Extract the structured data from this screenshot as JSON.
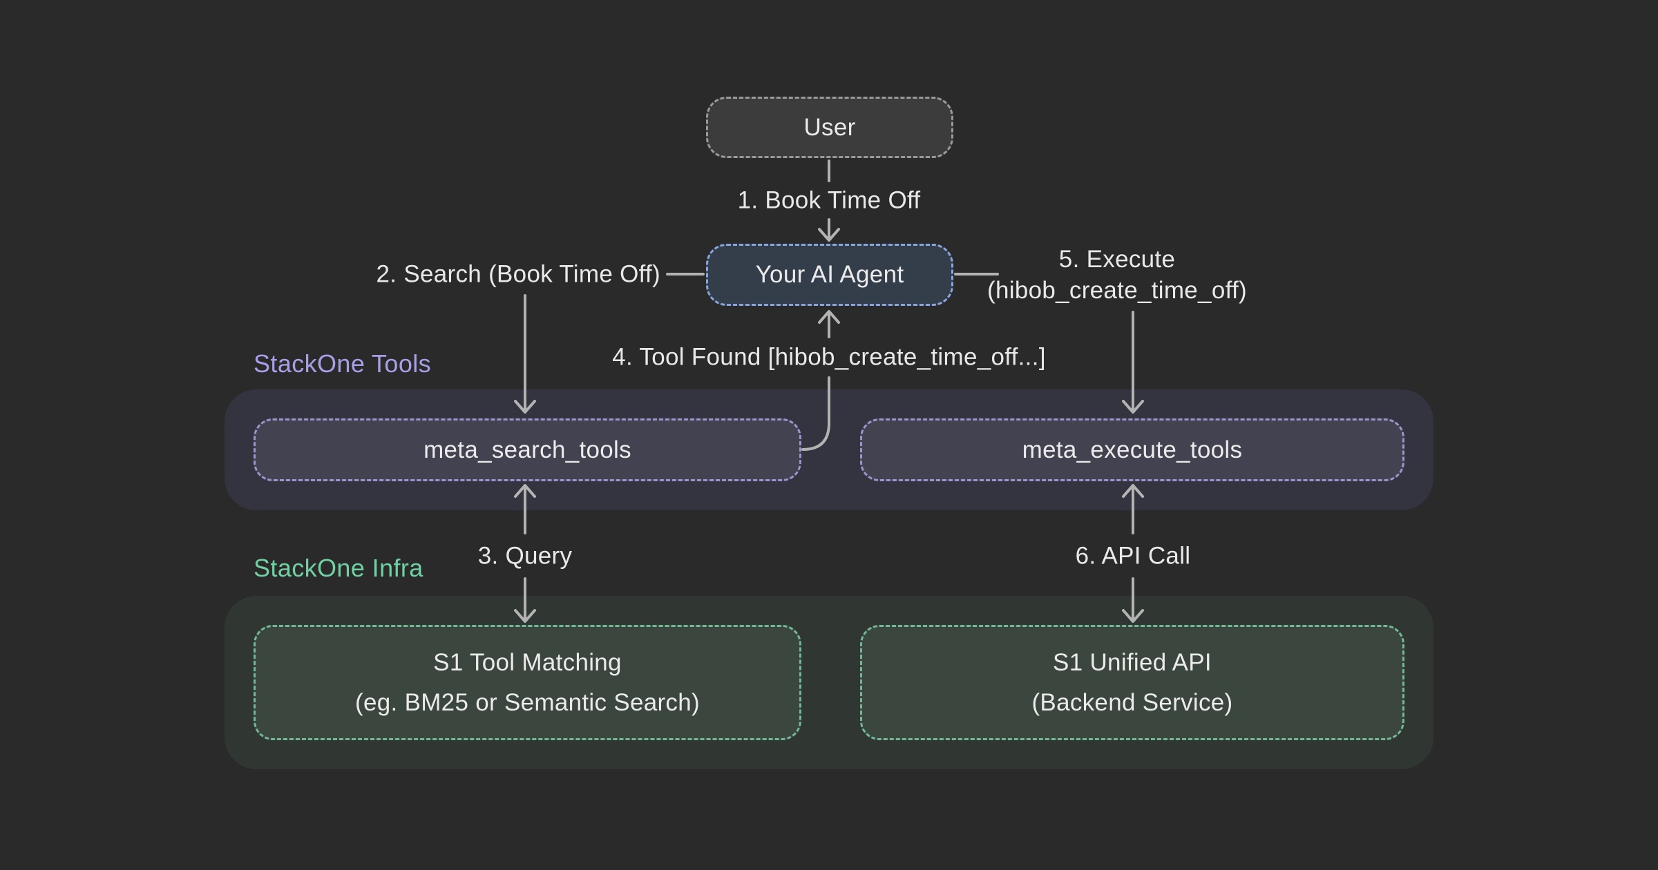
{
  "diagram": {
    "nodes": {
      "user": "User",
      "agent": "Your AI Agent",
      "meta_search": "meta_search_tools",
      "meta_execute": "meta_execute_tools",
      "tool_matching_line1": "S1 Tool Matching",
      "tool_matching_line2": "(eg. BM25 or Semantic Search)",
      "unified_api_line1": "S1 Unified API",
      "unified_api_line2": "(Backend Service)"
    },
    "sections": {
      "tools_label": "StackOne Tools",
      "infra_label": "StackOne Infra"
    },
    "edges": {
      "step1": "1. Book Time Off",
      "step2": "2. Search (Book Time Off)",
      "step3": "3. Query",
      "step4": "4. Tool Found [hibob_create_time_off...]",
      "step5_line1": "5. Execute",
      "step5_line2": "(hibob_create_time_off)",
      "step6": "6. API Call"
    },
    "colors": {
      "background": "#2a2a2a",
      "text": "#e9e9e9",
      "connector": "#b3b3b3",
      "user_fill": "#3c3c3c",
      "user_border": "#9a9a9a",
      "agent_fill": "#343d4a",
      "agent_border": "#8aa6df",
      "tools_section_bg": "#343340",
      "tools_node_fill": "#434250",
      "tools_node_border": "#9a96ce",
      "tools_label": "#a79fe8",
      "infra_section_bg": "#303733",
      "infra_node_fill": "#3a463e",
      "infra_node_border": "#72b998",
      "infra_label": "#70d1a3"
    }
  }
}
